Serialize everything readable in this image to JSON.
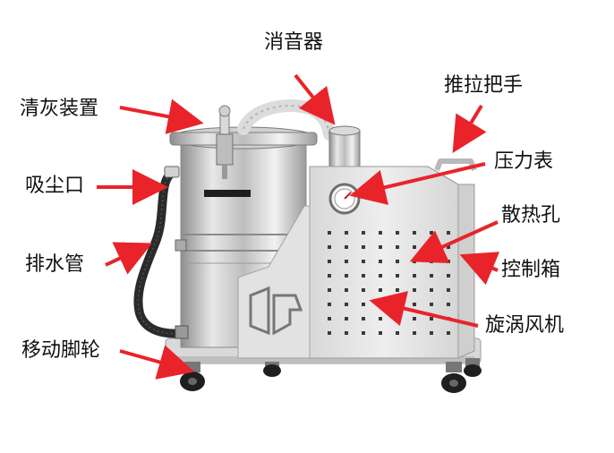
{
  "labels": {
    "muffler": "消音器",
    "push_handle": "推拉把手",
    "dust_cleaning": "清灰装置",
    "pressure_gauge": "压力表",
    "suction_port": "吸尘口",
    "heat_holes": "散热孔",
    "drain_pipe": "排水管",
    "control_box": "控制箱",
    "vortex_fan": "旋涡风机",
    "casters": "移动脚轮"
  },
  "colors": {
    "arrow": "#e8242a",
    "cabinet": "#e6e6e6",
    "steel": "#c9c9c9",
    "hose": "#2b2b2b",
    "hole": "#3a3a3a",
    "text": "#111111"
  },
  "icons": {
    "arrow": "red-arrow-icon",
    "logo": "brand-logo-icon",
    "gauge": "pressure-gauge-icon"
  }
}
